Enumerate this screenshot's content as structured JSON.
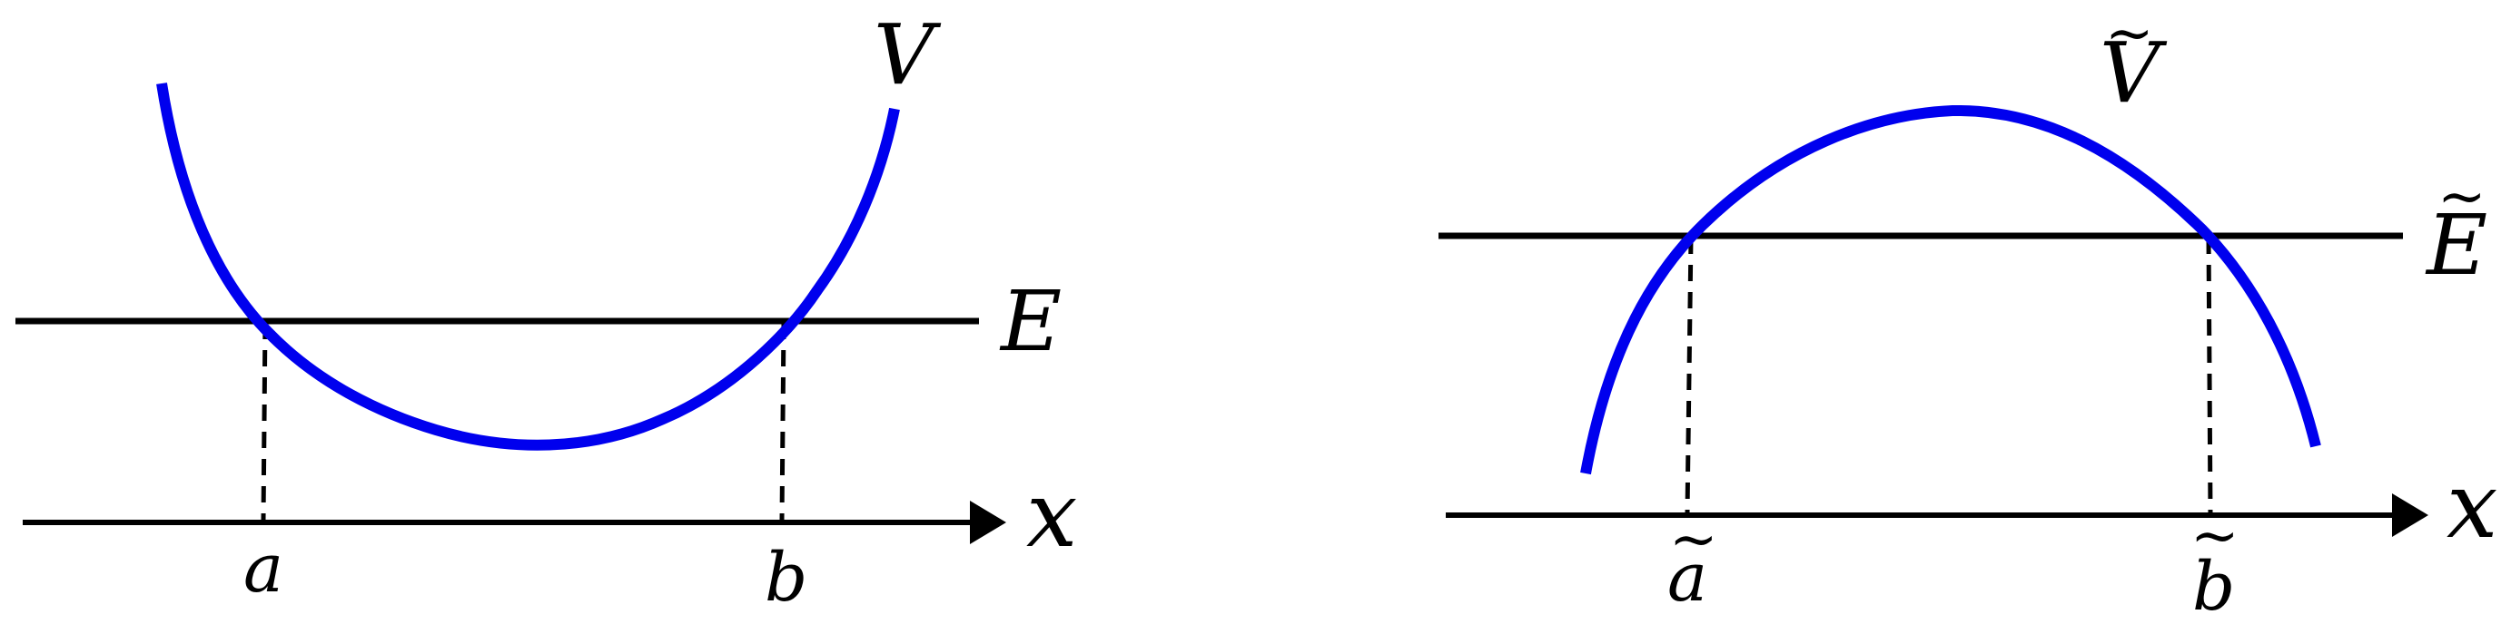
{
  "colors": {
    "curve": "#0000ee",
    "line": "#000000"
  },
  "left_diagram": {
    "curve_label": "V",
    "energy_label": "E",
    "axis_label": "x",
    "point_a": "a",
    "point_b": "b"
  },
  "right_diagram": {
    "curve_label": "V",
    "curve_accent": "~",
    "energy_label": "E",
    "energy_accent": "~",
    "axis_label": "x",
    "point_a": "a",
    "point_a_accent": "~",
    "point_b": "b",
    "point_b_accent": "~"
  }
}
